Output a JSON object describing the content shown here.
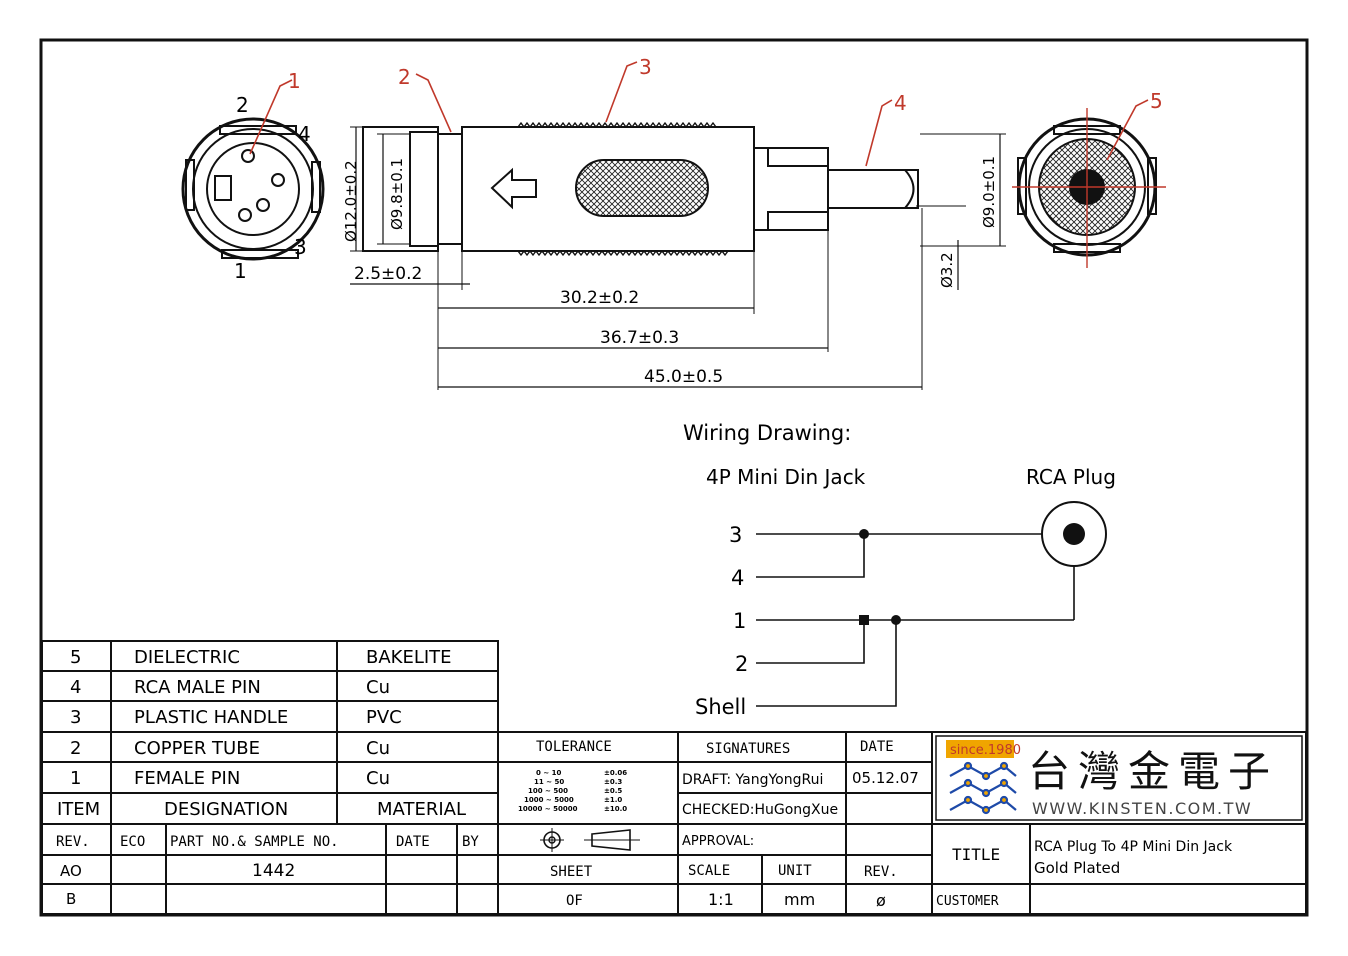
{
  "callouts": [
    "1",
    "2",
    "3",
    "4",
    "5"
  ],
  "front_pins": [
    "2",
    "4",
    "3",
    "1"
  ],
  "dimensions": {
    "dia_outer": "Ø12.0±0.2",
    "dia_inner": "Ø9.8±0.1",
    "dia_right": "Ø9.0±0.1",
    "dia_pin": "Ø3.2",
    "len_flange": "2.5±0.2",
    "len_body": "30.2±0.2",
    "len_tube": "36.7±0.3",
    "len_total": "45.0±0.5"
  },
  "wiring": {
    "title": "Wiring Drawing:",
    "left_label": "4P Mini Din Jack",
    "right_label": "RCA Plug",
    "pins": [
      "3",
      "4",
      "1",
      "2",
      "Shell"
    ]
  },
  "bom": {
    "rows": [
      {
        "item": "5",
        "designation": "DIELECTRIC",
        "material": "BAKELITE"
      },
      {
        "item": "4",
        "designation": "RCA MALE PIN",
        "material": "Cu"
      },
      {
        "item": "3",
        "designation": "PLASTIC HANDLE",
        "material": "PVC"
      },
      {
        "item": "2",
        "designation": "COPPER TUBE",
        "material": "Cu"
      },
      {
        "item": "1",
        "designation": "FEMALE PIN",
        "material": "Cu"
      }
    ],
    "header": {
      "item": "ITEM",
      "designation": "DESIGNATION",
      "material": "MATERIAL"
    }
  },
  "revision": {
    "headers": [
      "REV.",
      "ECO",
      "PART NO.& SAMPLE NO.",
      "DATE",
      "BY"
    ],
    "rows": [
      {
        "rev": "AO",
        "eco": "",
        "part": "1442",
        "date": "",
        "by": ""
      },
      {
        "rev": "B",
        "eco": "",
        "part": "",
        "date": "",
        "by": ""
      }
    ]
  },
  "title_block": {
    "tolerance_label": "TOLERANCE",
    "tolerance_rows": [
      {
        "range": "0 ~ 10",
        "value": "±0.06"
      },
      {
        "range": "11 ~ 50",
        "value": "±0.3"
      },
      {
        "range": "100 ~ 500",
        "value": "±0.5"
      },
      {
        "range": "1000 ~ 5000",
        "value": "±1.0"
      },
      {
        "range": "10000 ~ 50000",
        "value": "±10.0"
      }
    ],
    "signatures_label": "SIGNATURES",
    "date_label": "DATE",
    "draft": "DRAFT: YangYongRui",
    "draft_date": "05.12.07",
    "checked": "CHECKED:HuGongXue",
    "approval": "APPROVAL:",
    "sheet_label": "SHEET",
    "of_label": "OF",
    "scale_label": "SCALE",
    "scale_value": "1:1",
    "unit_label": "UNIT",
    "unit_value": "mm",
    "rev_label": "REV.",
    "rev_value": "ø",
    "title_label": "TITLE",
    "title_line1": "RCA Plug To 4P Mini Din Jack",
    "title_line2": "Gold Plated",
    "customer_label": "CUSTOMER",
    "customer_value": "",
    "logo_since": "since.1980",
    "logo_name": "台灣金電子",
    "logo_url": "WWW.KINSTEN.COM.TW"
  },
  "colors": {
    "callout": "#c0392b",
    "line": "#111111",
    "logo_blue": "#1e4aa8",
    "logo_orange": "#f0a500"
  }
}
